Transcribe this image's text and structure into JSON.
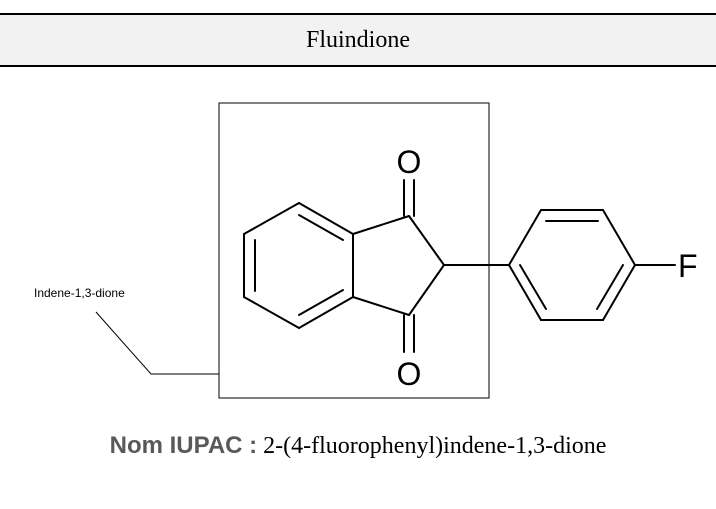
{
  "title": "Fluindione",
  "molecule": {
    "atoms": {
      "oxygen_top": "O",
      "oxygen_bottom": "O",
      "fluorine": "F"
    }
  },
  "callout": {
    "label": "Indene-1,3-dione"
  },
  "iupac": {
    "label": "Nom IUPAC :",
    "name": "2-(4-fluorophenyl)indene-1,3-dione"
  }
}
